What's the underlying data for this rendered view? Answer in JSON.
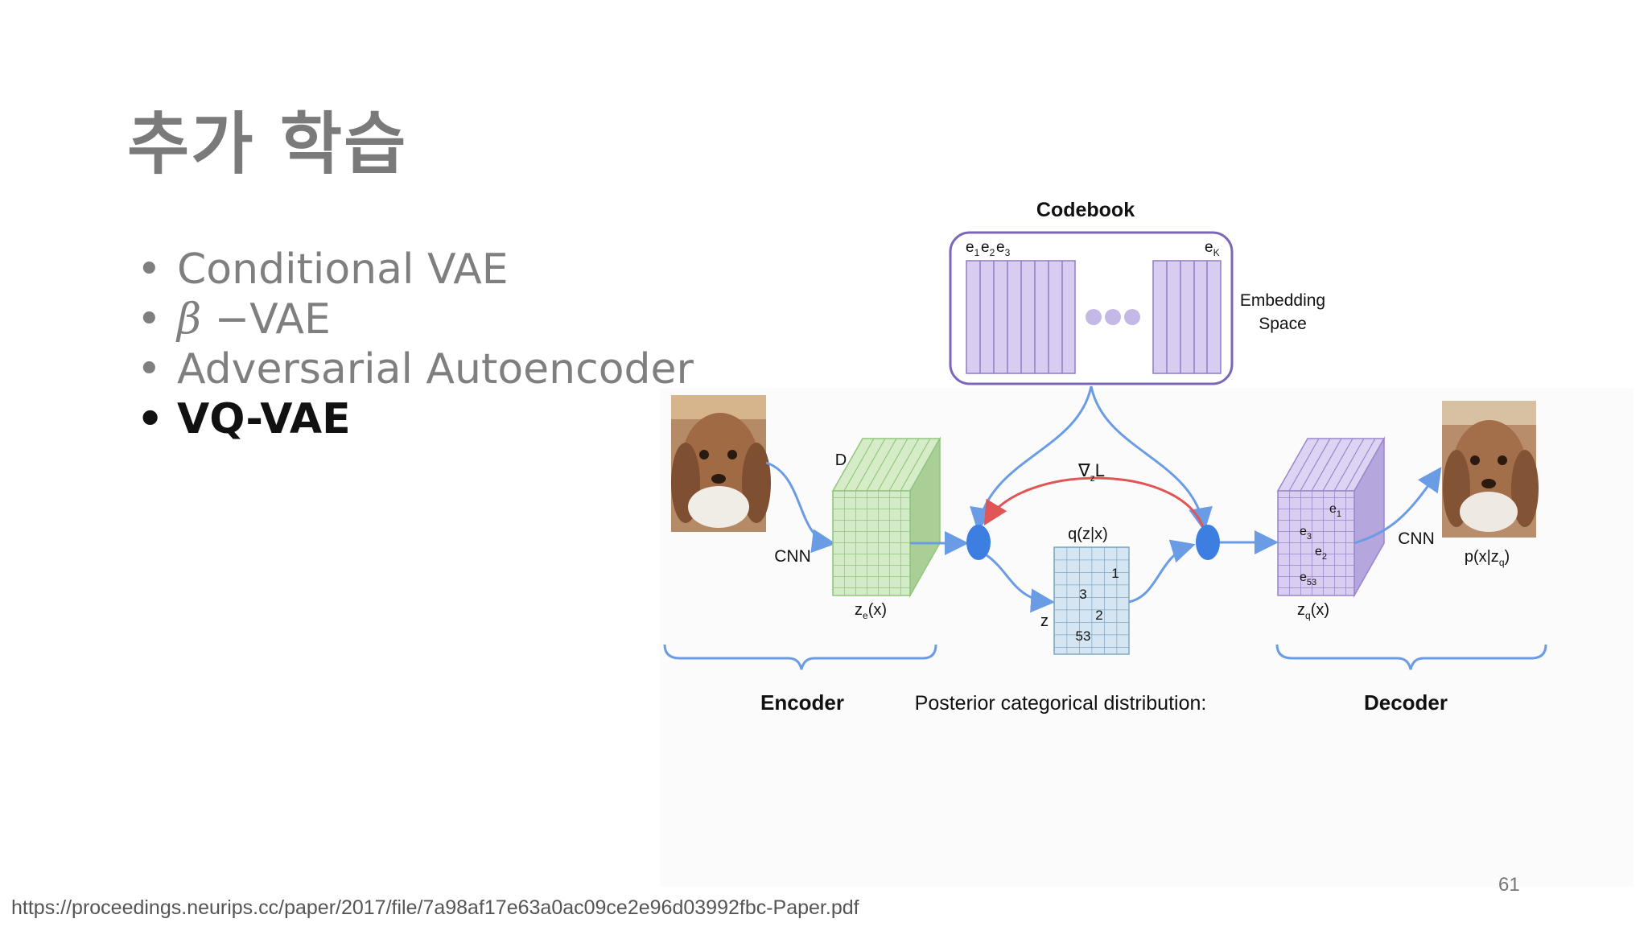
{
  "slide": {
    "title": "추가 학습",
    "bullets": [
      {
        "label": "Conditional  VAE",
        "active": false
      },
      {
        "prefix": "β",
        "label": " −VAE",
        "active": false
      },
      {
        "label": "Adversarial  Autoencoder",
        "active": false
      },
      {
        "label": "VQ-VAE",
        "active": true
      }
    ],
    "bullet_char": "•",
    "source_url": "https://proceedings.neurips.cc/paper/2017/file/7a98af17e63a0ac09ce2e96d03992fbc-Paper.pdf",
    "page_number": "61"
  },
  "diagram": {
    "codebook_title": "Codebook",
    "codebook_e1": "e",
    "codebook_e1_sub": "1",
    "codebook_e2": "e",
    "codebook_e2_sub": "2",
    "codebook_e3": "e",
    "codebook_e3_sub": "3",
    "codebook_eK": "e",
    "codebook_eK_sub": "K",
    "embedding_space_line1": "Embedding",
    "embedding_space_line2": "Space",
    "cnn_encoder": "CNN",
    "cnn_decoder": "CNN",
    "d_label": "D",
    "ze_label": "z",
    "ze_sub": "e",
    "ze_arg": "(x)",
    "zq_label": "z",
    "zq_sub": "q",
    "zq_arg": "(x)",
    "grad_label": "∇",
    "grad_sub": "z",
    "grad_L": "L",
    "q_label": "q(z|x)",
    "z_label": "z",
    "grid_values": [
      "1",
      "3",
      "2",
      "53"
    ],
    "decoder_e1": "e",
    "decoder_e1_sub": "1",
    "decoder_e3": "e",
    "decoder_e3_sub": "3",
    "decoder_e2": "e",
    "decoder_e2_sub": "2",
    "decoder_e53": "e",
    "decoder_e53_sub": "53",
    "output_label": "p(x|z",
    "output_sub": "q",
    "output_close": ")",
    "encoder_label": "Encoder",
    "posterior_label": "Posterior categorical distribution:",
    "decoder_label": "Decoder",
    "colors": {
      "encoder_green": "#c8e6b8",
      "decoder_purple": "#d4c8ec",
      "grid_blue": "#cfe2f0",
      "arrow_blue": "#6a9ce6",
      "arrow_red": "#e05555",
      "codebook_purple": "#7b66b8"
    },
    "images": [
      "dog-input-image",
      "dog-output-image"
    ]
  }
}
